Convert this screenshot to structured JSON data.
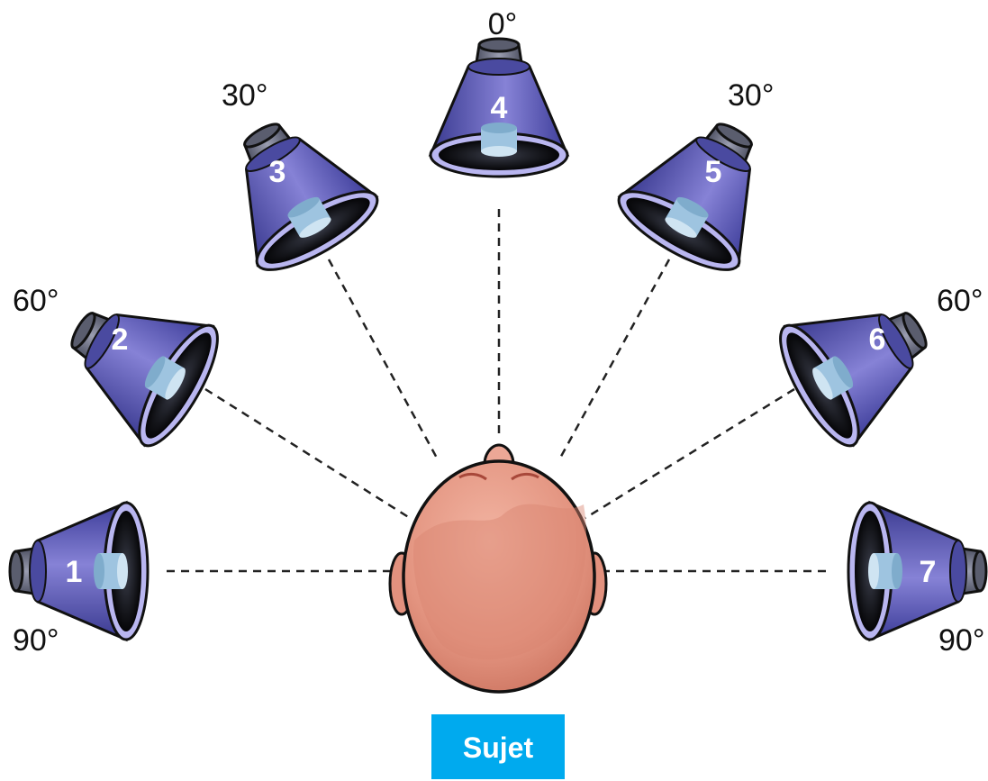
{
  "angles": {
    "left_90": "90°",
    "left_60": "60°",
    "left_30": "30°",
    "front_0": "0°",
    "right_30": "30°",
    "right_60": "60°",
    "right_90": "90°"
  },
  "speakers": [
    "1",
    "2",
    "3",
    "4",
    "5",
    "6",
    "7"
  ],
  "subject": {
    "label": "Sujet"
  },
  "colors": {
    "speaker_body": "#4a4aa8",
    "speaker_body_light": "#8a86d8",
    "speaker_cap": "#6b6e80",
    "speaker_mouth": "#0e0e12",
    "speaker_cone": "#9ec4e0",
    "head_skin": "#e89a86",
    "label_bg": "#00aaee",
    "dash_line": "#222222"
  }
}
